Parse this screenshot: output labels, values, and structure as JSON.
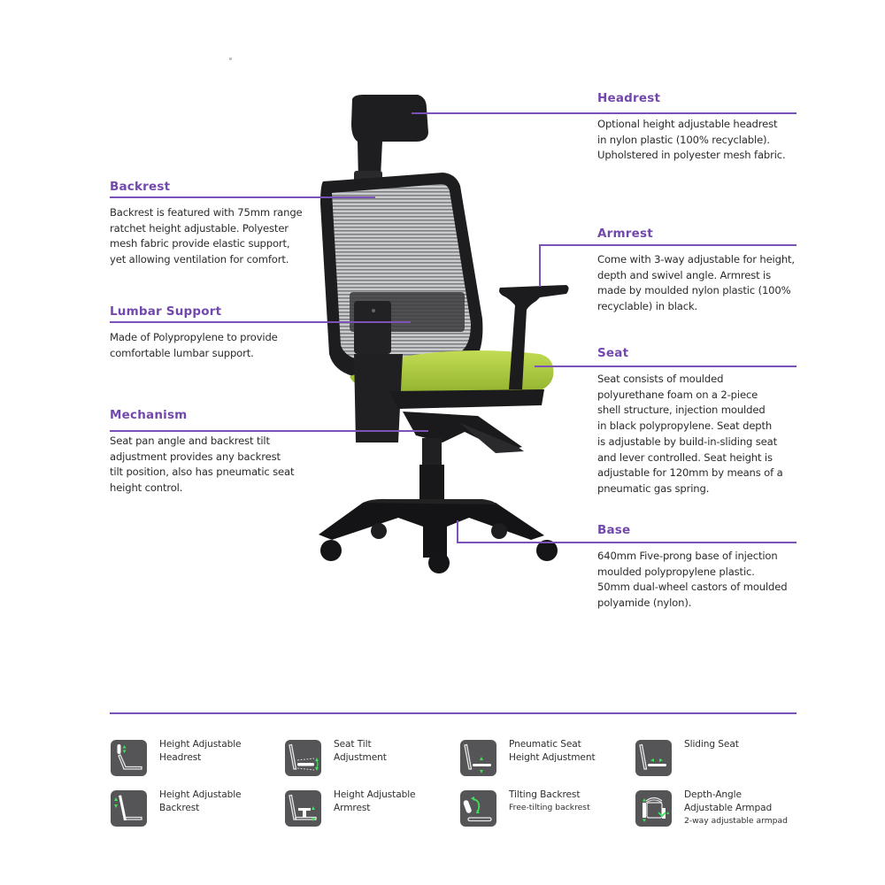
{
  "features": {
    "headrest": {
      "title": "Headrest",
      "lines": [
        "Optional height adjustable headrest",
        "in nylon plastic (100% recyclable).",
        "Upholstered in polyester mesh fabric."
      ]
    },
    "backrest": {
      "title": "Backrest",
      "lines": [
        "Backrest is featured with 75mm range",
        "ratchet height adjustable. Polyester",
        "mesh fabric provide elastic support,",
        "yet allowing ventilation for comfort."
      ]
    },
    "armrest": {
      "title": "Armrest",
      "lines": [
        "Come with 3-way adjustable for height,",
        "depth and swivel angle. Armrest is",
        "made by moulded nylon plastic (100%",
        "recyclable) in black."
      ]
    },
    "lumbar": {
      "title": "Lumbar Support",
      "lines": [
        "Made of Polypropylene to provide",
        "comfortable lumbar support."
      ]
    },
    "seat": {
      "title": "Seat",
      "lines": [
        "Seat consists of moulded",
        "polyurethane foam on a 2-piece",
        "shell structure, injection moulded",
        "in black polypropylene. Seat depth",
        "is adjustable by build-in-sliding seat",
        "and lever controlled. Seat height is",
        "adjustable for 120mm by means of a",
        "pneumatic gas spring."
      ]
    },
    "mechanism": {
      "title": "Mechanism",
      "lines": [
        "Seat pan angle and backrest tilt",
        "adjustment provides any backrest",
        "tilt position, also has pneumatic seat",
        "height control."
      ]
    },
    "base": {
      "title": "Base",
      "lines": [
        "640mm Five-prong base of injection",
        "moulded polypropylene plastic.",
        "50mm dual-wheel castors of moulded",
        "polyamide (nylon)."
      ]
    }
  },
  "specs": [
    {
      "icon": "height-adjustable-headrest-icon",
      "lines": [
        "Height Adjustable",
        "Headrest"
      ],
      "sub": ""
    },
    {
      "icon": "seat-tilt-icon",
      "lines": [
        "Seat Tilt",
        "Adjustment"
      ],
      "sub": ""
    },
    {
      "icon": "pneumatic-seat-height-icon",
      "lines": [
        "Pneumatic Seat",
        "Height Adjustment"
      ],
      "sub": ""
    },
    {
      "icon": "sliding-seat-icon",
      "lines": [
        "Sliding Seat"
      ],
      "sub": ""
    },
    {
      "icon": "height-adjustable-backrest-icon",
      "lines": [
        "Height Adjustable",
        "Backrest"
      ],
      "sub": ""
    },
    {
      "icon": "height-adjustable-armrest-icon",
      "lines": [
        "Height Adjustable",
        "Armrest"
      ],
      "sub": ""
    },
    {
      "icon": "tilting-backrest-icon",
      "lines": [
        "Tilting Backrest"
      ],
      "sub": "Free-tilting backrest"
    },
    {
      "icon": "depth-angle-armpad-icon",
      "lines": [
        "Depth-Angle",
        "Adjustable Armpad"
      ],
      "sub": "2-way adjustable armpad"
    }
  ],
  "colors": {
    "accent": "#7a52b8",
    "title": "#7348ad",
    "icon_bg": "#555557",
    "icon_arrow": "#3fe05a",
    "seat_fabric": "#a6c638",
    "chair_frame": "#1f1f21"
  }
}
